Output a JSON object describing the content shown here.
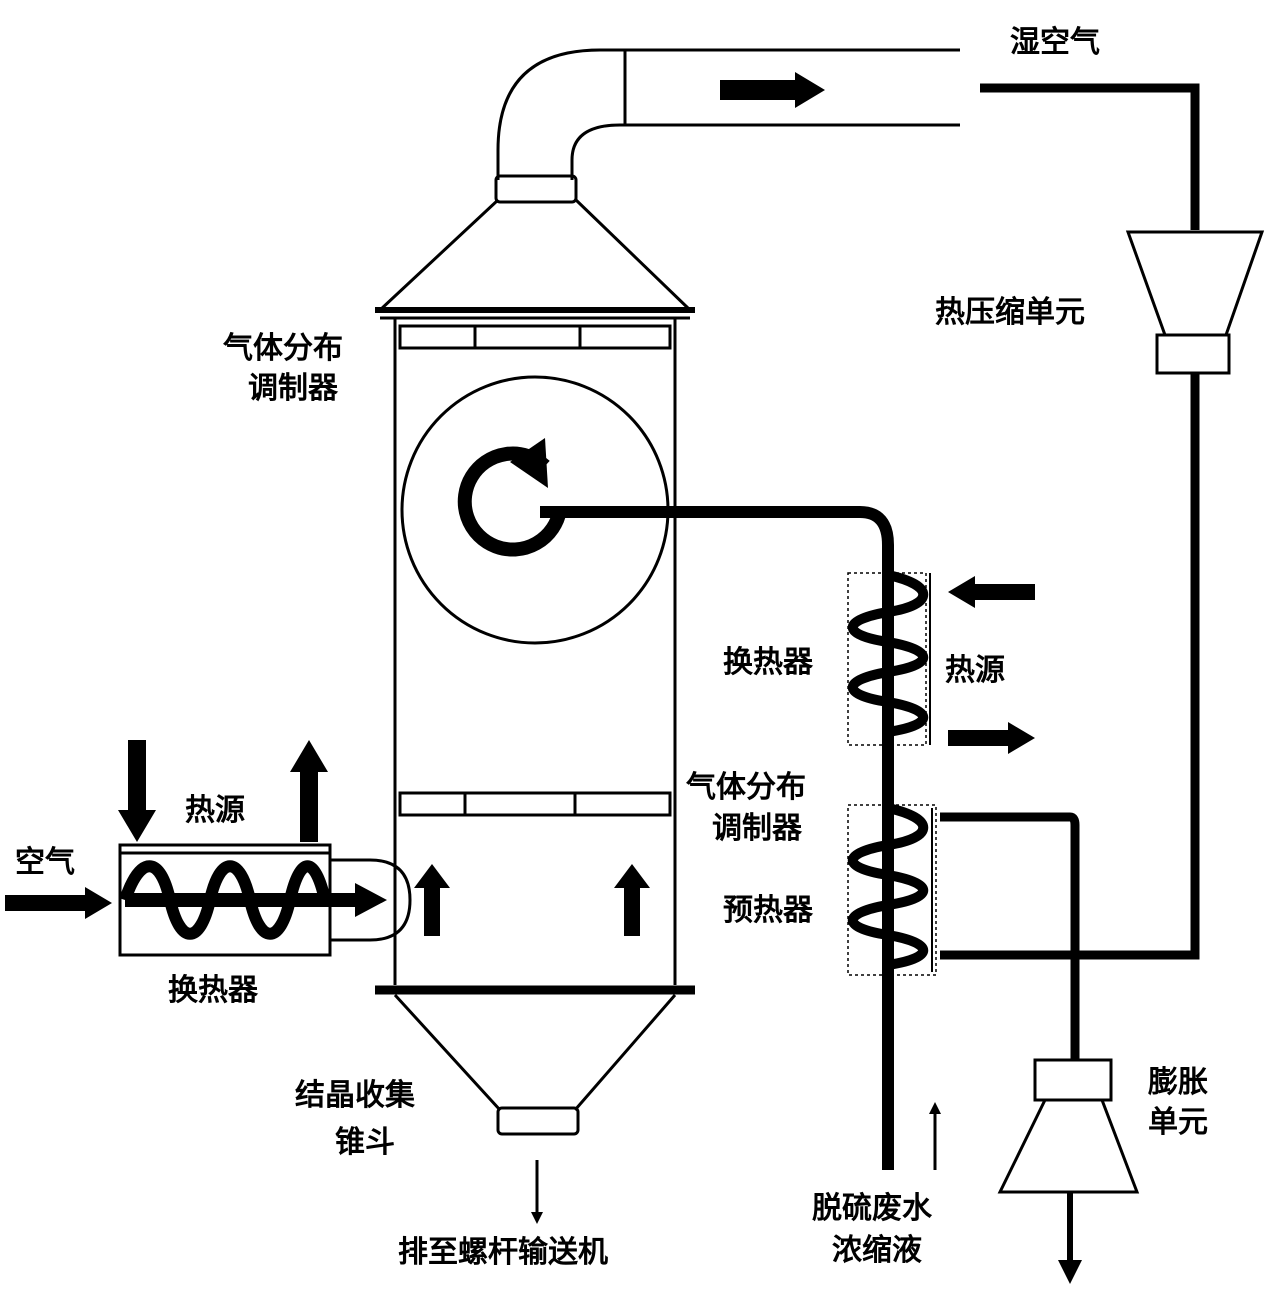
{
  "labels": {
    "wet_air": "湿空气",
    "thermal_compression_unit": "热压缩单元",
    "gas_distribution_regulator_top_line1": "气体分布",
    "gas_distribution_regulator_top_line2": "调制器",
    "heat_exchanger_right": "换热器",
    "heat_source_right": "热源",
    "gas_distribution_regulator_bottom_line1": "气体分布",
    "gas_distribution_regulator_bottom_line2": "调制器",
    "preheater": "预热器",
    "heat_source_left": "热源",
    "air": "空气",
    "heat_exchanger_left": "换热器",
    "crystal_collection_cone_line1": "结晶收集",
    "crystal_collection_cone_line2": "锥斗",
    "discharge_to_screw_conveyor": "排至螺杆输送机",
    "desulfurization_wastewater_line1": "脱硫废水",
    "desulfurization_wastewater_line2": "浓缩液",
    "expansion_unit_line1": "膨胀",
    "expansion_unit_line2": "单元"
  }
}
